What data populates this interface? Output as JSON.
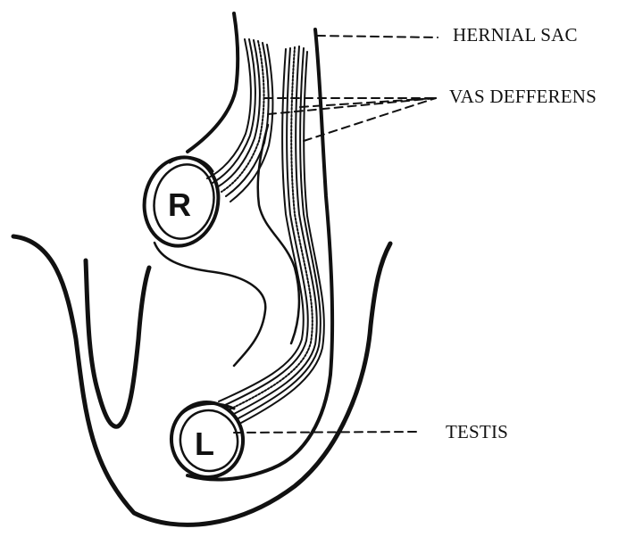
{
  "labels": {
    "hernial_sac": "HERNIAL SAC",
    "vas_deferens": "VAS DEFFERENS",
    "testis": "TESTIS"
  },
  "testes": {
    "right": "R",
    "left": "L"
  },
  "colors": {
    "ink": "#111111",
    "background": "#ffffff"
  }
}
